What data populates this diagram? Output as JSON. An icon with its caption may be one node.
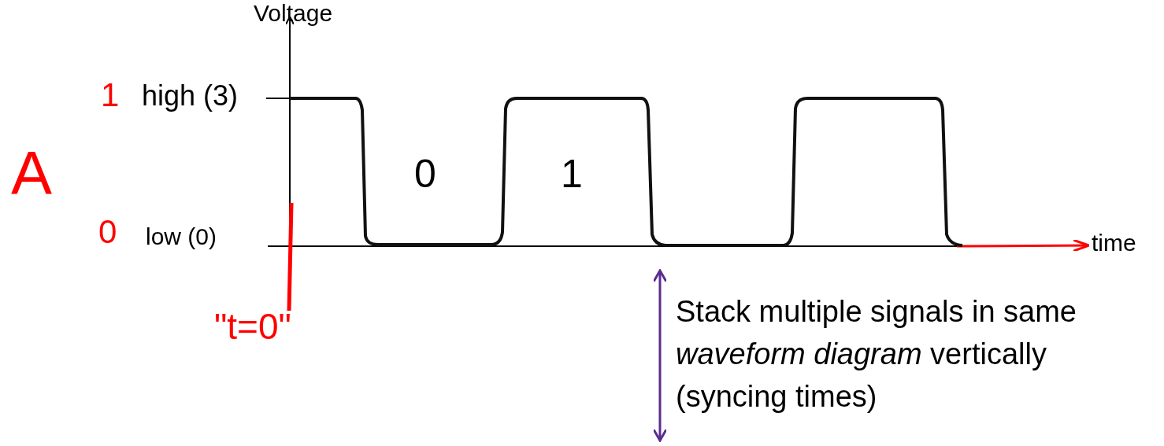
{
  "diagram": {
    "labels": [
      "Voltage",
      "1",
      "high (3)",
      "A",
      "0",
      "1",
      "0",
      "low (0)",
      "time",
      "\"t=0\"",
      "Stack multiple signals in same *waveform diagram* vertically (syncing times)"
    ]
  }
}
